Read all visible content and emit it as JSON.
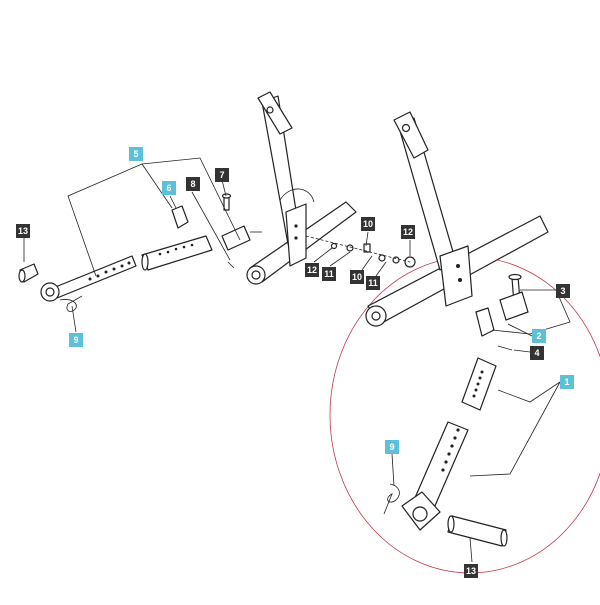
{
  "diagram": {
    "detail_circle_color": "#c0394b",
    "callout_dark_color": "#333333",
    "callout_cyan_color": "#5bc0d8",
    "callouts": [
      {
        "id": "c5",
        "label": "5",
        "style": "cyan"
      },
      {
        "id": "c6",
        "label": "6",
        "style": "cyan"
      },
      {
        "id": "c8",
        "label": "8",
        "style": "dark"
      },
      {
        "id": "c7",
        "label": "7",
        "style": "dark"
      },
      {
        "id": "c13a",
        "label": "13",
        "style": "dark"
      },
      {
        "id": "c9a",
        "label": "9",
        "style": "cyan"
      },
      {
        "id": "c10a",
        "label": "10",
        "style": "dark"
      },
      {
        "id": "c12a",
        "label": "12",
        "style": "dark"
      },
      {
        "id": "c12b",
        "label": "12",
        "style": "dark"
      },
      {
        "id": "c11a",
        "label": "11",
        "style": "dark"
      },
      {
        "id": "c10b",
        "label": "10",
        "style": "dark"
      },
      {
        "id": "c11b",
        "label": "11",
        "style": "dark"
      },
      {
        "id": "c3",
        "label": "3",
        "style": "dark"
      },
      {
        "id": "c2",
        "label": "2",
        "style": "cyan"
      },
      {
        "id": "c4",
        "label": "4",
        "style": "dark"
      },
      {
        "id": "c1",
        "label": "1",
        "style": "cyan"
      },
      {
        "id": "c9b",
        "label": "9",
        "style": "cyan"
      },
      {
        "id": "c13b",
        "label": "13",
        "style": "dark"
      }
    ]
  }
}
